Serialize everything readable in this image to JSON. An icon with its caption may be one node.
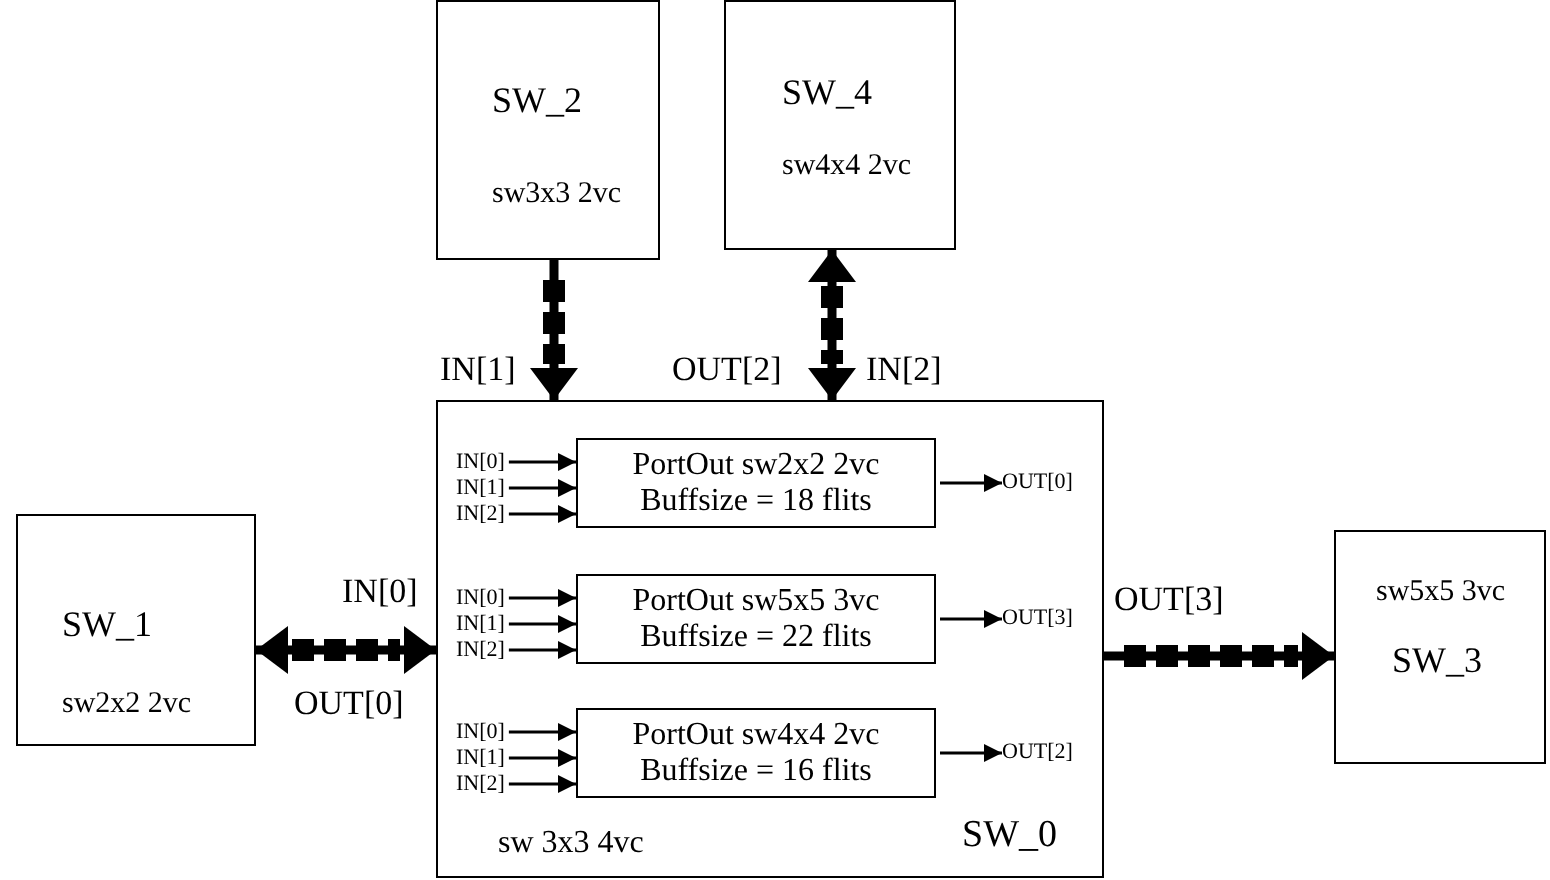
{
  "diagram": {
    "nodes": [
      {
        "text": [
          "SW_2",
          "sw3x3 2vc"
        ]
      },
      {
        "text": [
          "SW_4",
          "sw4x4 2vc"
        ]
      },
      {
        "text": [
          "SW_1",
          "sw2x2 2vc"
        ]
      },
      {
        "text": [
          "sw 3x3 4vc",
          "SW_0"
        ]
      },
      {
        "text": [
          "IN[0]"
        ],
        "in": 3
      },
      {
        "text": [
          "IN[1]"
        ],
        "in": 3
      },
      {
        "text": [
          "IN[2]"
        ],
        "in": 3
      },
      {
        "text": [
          "PortOut sw2x2 2vc",
          "Buffsize = 18  flits"
        ],
        "in": 3
      },
      {
        "text": [
          "OUT[0]"
        ],
        "in": 3
      },
      {
        "text": [
          "IN[0]"
        ],
        "in": 3
      },
      {
        "text": [
          "IN[1]"
        ],
        "in": 3
      },
      {
        "text": [
          "IN[2]"
        ],
        "in": 3
      },
      {
        "text": [
          "PortOut sw5x5 3vc",
          "Buffsize = 22  flits"
        ],
        "in": 3
      },
      {
        "text": [
          "OUT[3]"
        ],
        "in": 3
      },
      {
        "text": [
          "IN[0]"
        ],
        "in": 3
      },
      {
        "text": [
          "IN[1]"
        ],
        "in": 3
      },
      {
        "text": [
          "IN[2]"
        ],
        "in": 3
      },
      {
        "text": [
          "PortOut sw4x4 2vc",
          "Buffsize = 16  flits"
        ],
        "in": 3
      },
      {
        "text": [
          "OUT[2]"
        ],
        "in": 3
      },
      {
        "text": [
          "sw5x5 3vc",
          "SW_3"
        ]
      }
    ],
    "edges": [
      {
        "from": 0,
        "to": 3,
        "arrow": "to",
        "label": "IN[1]",
        "style": "thick"
      },
      {
        "from": 1,
        "to": 3,
        "arrow": "both",
        "label": "OUT[2]",
        "style": "thick"
      },
      {
        "from": 2,
        "to": 3,
        "arrow": "both",
        "label": "IN[0]",
        "style": "thick"
      },
      {
        "from": 3,
        "to": 19,
        "arrow": "to",
        "label": "OUT[3]",
        "style": "thick"
      },
      {
        "from": 4,
        "to": 7,
        "arrow": "to"
      },
      {
        "from": 5,
        "to": 7,
        "arrow": "to"
      },
      {
        "from": 6,
        "to": 7,
        "arrow": "to"
      },
      {
        "from": 7,
        "to": 8,
        "arrow": "to"
      },
      {
        "from": 9,
        "to": 12,
        "arrow": "to"
      },
      {
        "from": 10,
        "to": 12,
        "arrow": "to"
      },
      {
        "from": 11,
        "to": 12,
        "arrow": "to"
      },
      {
        "from": 12,
        "to": 13,
        "arrow": "to"
      },
      {
        "from": 14,
        "to": 17,
        "arrow": "to"
      },
      {
        "from": 15,
        "to": 17,
        "arrow": "to"
      },
      {
        "from": 16,
        "to": 17,
        "arrow": "to"
      },
      {
        "from": 17,
        "to": 18,
        "arrow": "to"
      }
    ],
    "labels": [
      "IN[2]",
      "OUT[0]"
    ]
  }
}
